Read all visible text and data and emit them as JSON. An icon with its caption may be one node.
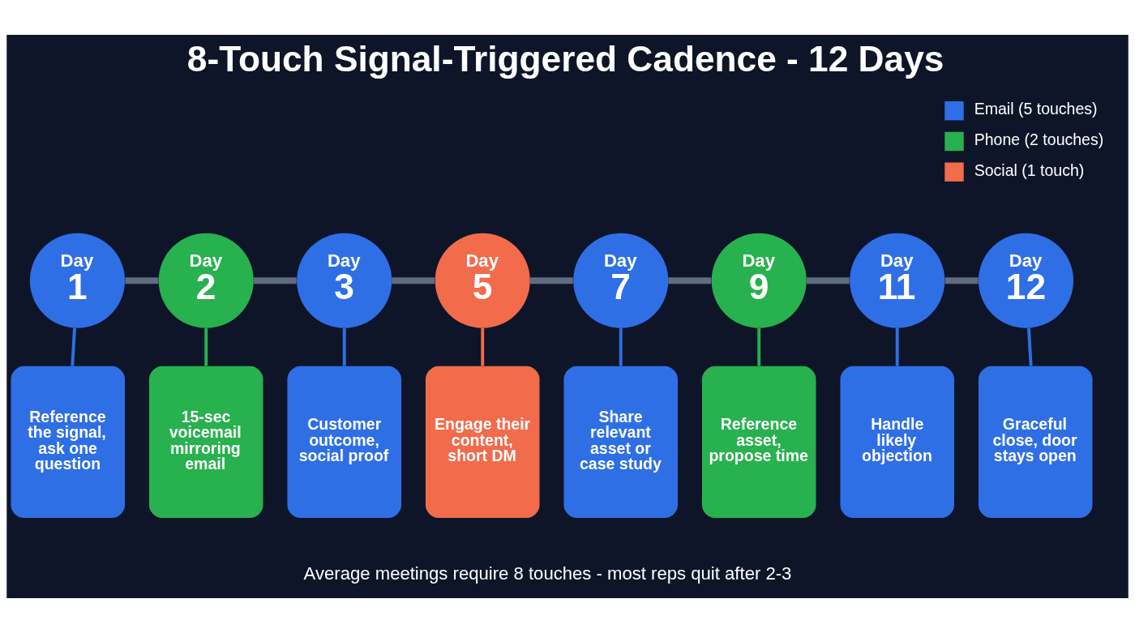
{
  "diagram": {
    "title": "8-Touch Signal-Triggered Cadence - 12 Days",
    "caption": "Average meetings require 8 touches - most reps quit after 2-3",
    "nodes": [
      {
        "text": [
          "Day",
          "1"
        ]
      },
      {
        "text": [
          "Day",
          "2"
        ]
      },
      {
        "text": [
          "Day",
          "3"
        ]
      },
      {
        "text": [
          "Day",
          "5"
        ]
      },
      {
        "text": [
          "Day",
          "7"
        ]
      },
      {
        "text": [
          "Day",
          "9"
        ]
      },
      {
        "text": [
          "Day",
          "11"
        ]
      },
      {
        "text": [
          "Day",
          "12"
        ]
      },
      {
        "text": [
          "Reference the signal, ask one question"
        ]
      },
      {
        "text": [
          "15-sec voicemail mirroring email"
        ]
      },
      {
        "text": [
          "Customer outcome, social proof"
        ]
      },
      {
        "text": [
          "Engage their content, short DM"
        ]
      },
      {
        "text": [
          "Share relevant asset or case study"
        ]
      },
      {
        "text": [
          "Reference asset, propose time"
        ]
      },
      {
        "text": [
          "Handle likely objection"
        ]
      },
      {
        "text": [
          "Graceful close, door stays open"
        ]
      }
    ],
    "edges": [
      {
        "from": 0,
        "to": 1,
        "arrow": "none",
        "style": "thick"
      },
      {
        "from": 1,
        "to": 2,
        "arrow": "none",
        "style": "thick"
      },
      {
        "from": 2,
        "to": 3,
        "arrow": "none",
        "style": "thick"
      },
      {
        "from": 3,
        "to": 4,
        "arrow": "none",
        "style": "thick"
      },
      {
        "from": 4,
        "to": 5,
        "arrow": "none",
        "style": "thick"
      },
      {
        "from": 5,
        "to": 6,
        "arrow": "none",
        "style": "thick"
      },
      {
        "from": 6,
        "to": 7,
        "arrow": "none",
        "style": "thick"
      },
      {
        "from": 0,
        "to": 8,
        "arrow": "none",
        "color": "#2f6fe6"
      },
      {
        "from": 1,
        "to": 9,
        "arrow": "none",
        "color": "#27b14f"
      },
      {
        "from": 2,
        "to": 10,
        "arrow": "none",
        "color": "#2f6fe6"
      },
      {
        "from": 3,
        "to": 11,
        "arrow": "none",
        "color": "#f26b4b"
      },
      {
        "from": 4,
        "to": 12,
        "arrow": "none",
        "color": "#2f6fe6"
      },
      {
        "from": 5,
        "to": 13,
        "arrow": "none",
        "color": "#27b14f"
      },
      {
        "from": 6,
        "to": 14,
        "arrow": "none",
        "color": "#2f6fe6"
      },
      {
        "from": 7,
        "to": 15,
        "arrow": "none",
        "color": "#2f6fe6"
      }
    ],
    "legend": [
      {
        "text": "Email (5 touches)",
        "color": "#2f6fe6"
      },
      {
        "text": "Phone (2 touches)",
        "color": "#27b14f"
      },
      {
        "text": "Social (1 touch)",
        "color": "#f26b4b"
      }
    ]
  }
}
